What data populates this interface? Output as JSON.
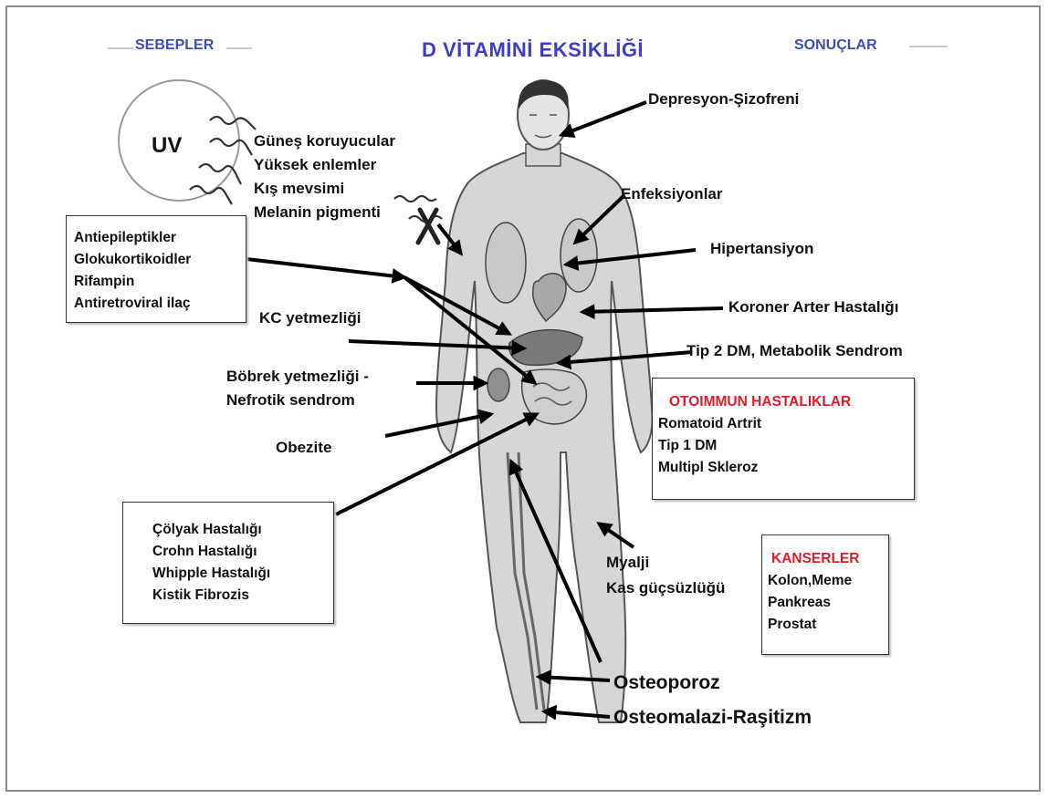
{
  "header": {
    "title": "D VİTAMİNİ EKSİKLİĞİ",
    "left": "SEBEPLER",
    "right": "SONUÇLAR"
  },
  "uv": {
    "label": "UV",
    "factors": [
      "Güneş koruyucular",
      "Yüksek enlemler",
      "Kış mevsimi",
      "Melanin pigmenti"
    ]
  },
  "drug_box": [
    "Antiepileptikler",
    "Glokukortikoidler",
    "Rifampin",
    "Antiretroviral ilaç"
  ],
  "left_labels": {
    "kc": "KC yetmezliği",
    "bobrek": "Böbrek yetmezliği -",
    "nefrotik": "Nefrotik sendrom",
    "obezite": "Obezite"
  },
  "malabsorption_box": [
    "Çölyak Hastalığı",
    "Crohn Hastalığı",
    "Whipple Hastalığı",
    "Kistik Fibrozis"
  ],
  "right_labels": {
    "depresyon": "Depresyon-Şizofreni",
    "enfeksiyon": "Enfeksiyonlar",
    "hipertansiyon": "Hipertansiyon",
    "koroner": "Koroner Arter Hastalığı",
    "tip2": "Tip 2 DM, Metabolik Sendrom",
    "myalji": "Myalji",
    "kas": "Kas güçsüzlüğü",
    "osteoporoz": "Osteoporoz",
    "osteomalazi": "Osteomalazi-Raşitizm"
  },
  "autoimmune_box": {
    "heading": "OTOIMMUN HASTALIKLAR",
    "items": [
      "Romatoid Artrit",
      "Tip 1 DM",
      "Multipl Skleroz"
    ]
  },
  "cancer_box": {
    "heading": "KANSERLER",
    "items": [
      "Kolon,Meme",
      "Pankreas",
      "Prostat"
    ]
  },
  "colors": {
    "title": "#3a3fc8",
    "header": "#3d4fb3",
    "heading_red": "#e01b2a"
  }
}
